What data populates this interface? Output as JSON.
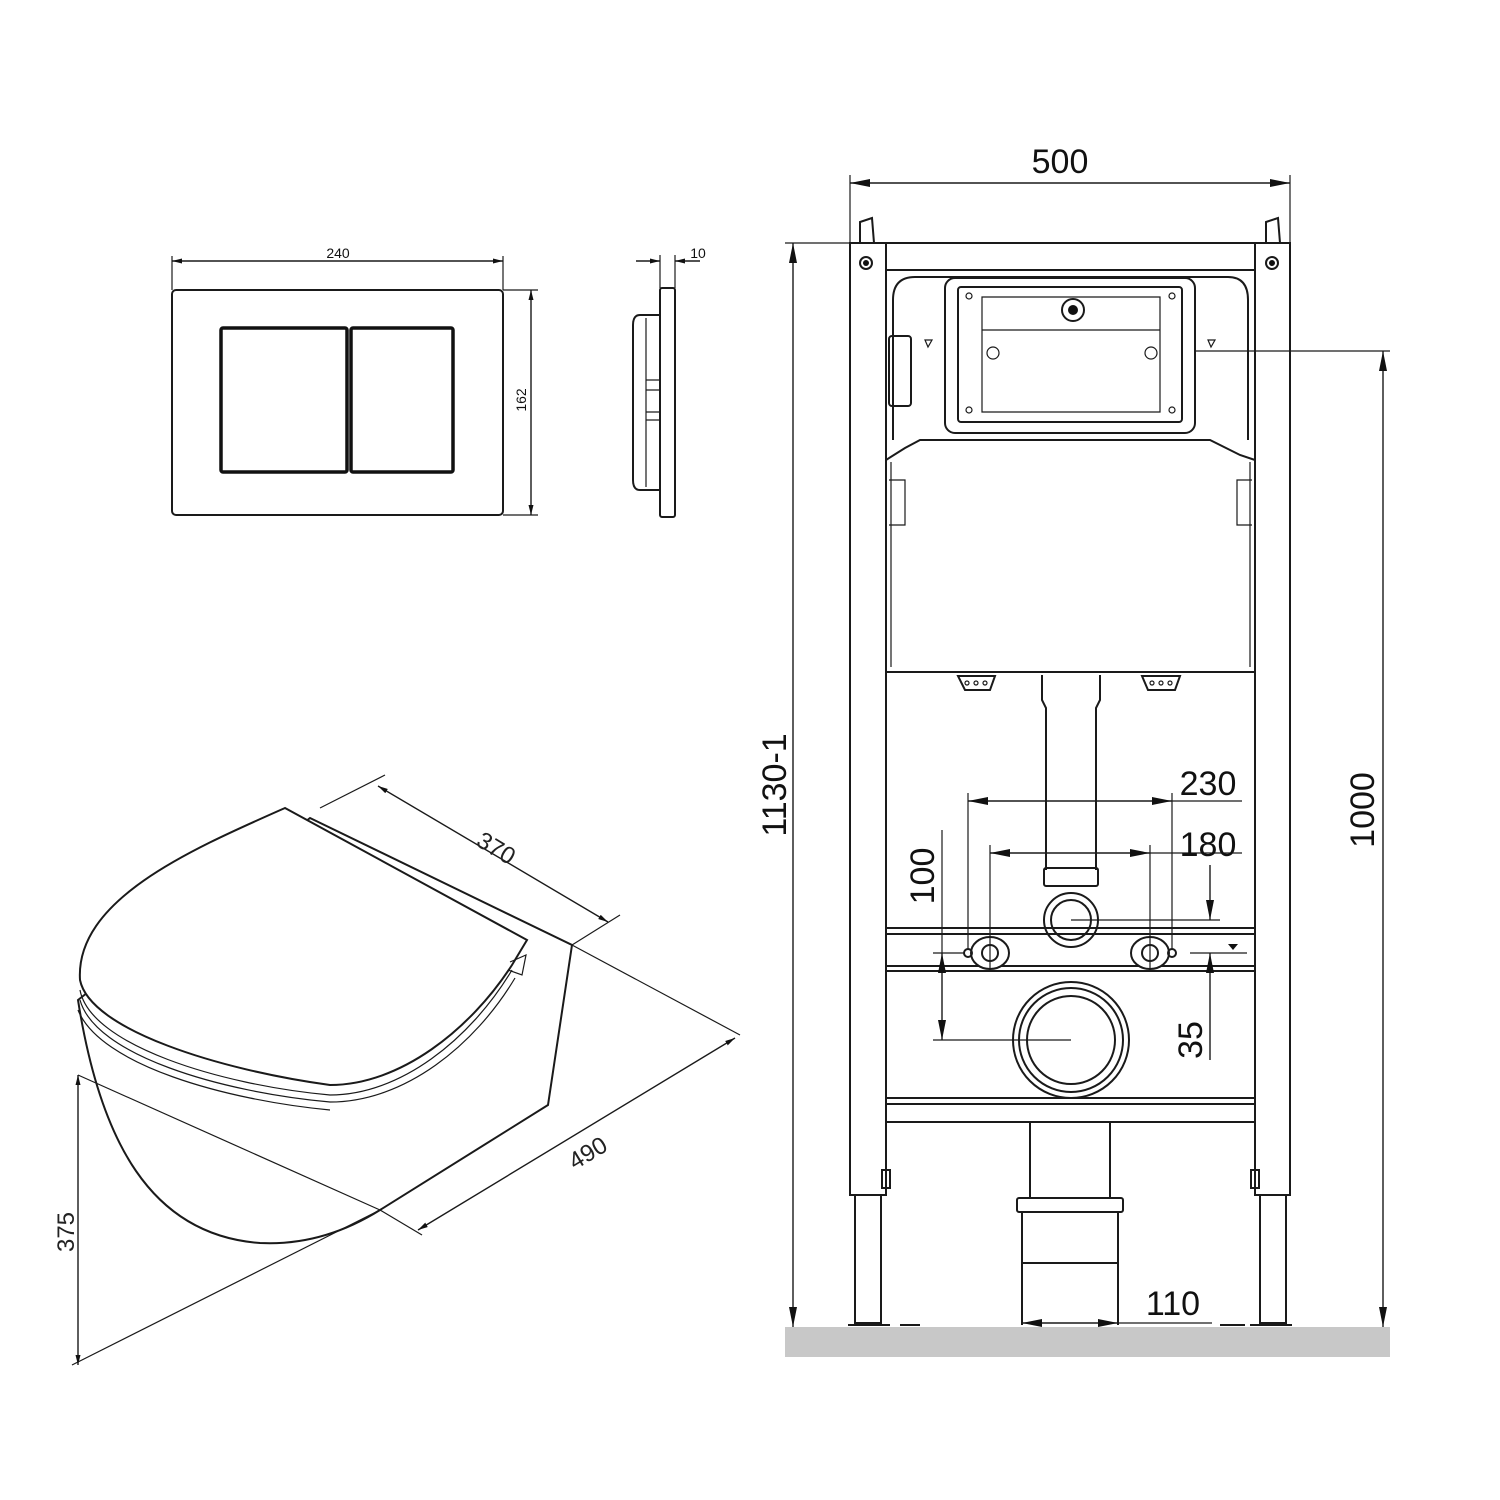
{
  "title": "Wall-hung toilet installation set – dimension drawing",
  "colors": {
    "line": "#1a1a1a",
    "floor": "#c8c8c8",
    "background": "#ffffff"
  },
  "flush_plate": {
    "width": "240",
    "height": "162",
    "depth": "10"
  },
  "toilet": {
    "width": "370",
    "length": "490",
    "height": "375"
  },
  "frame": {
    "width": "500",
    "height_range": "1130-1",
    "outlet_height": "1000",
    "stud_spacing_outer": "230",
    "stud_spacing_inner": "180",
    "drain_offset": "100",
    "inlet_offset": "35",
    "drain_diameter": "110"
  }
}
